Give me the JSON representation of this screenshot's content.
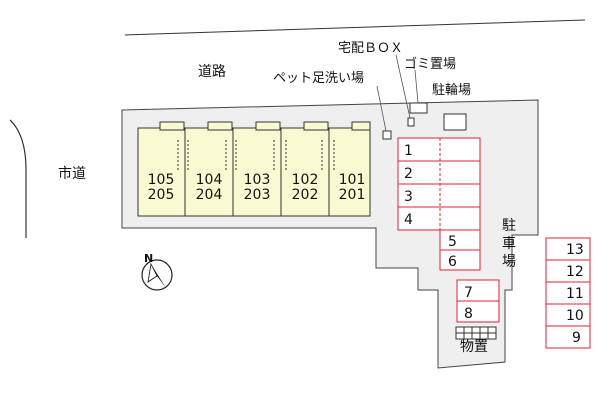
{
  "labels": {
    "road": "道路",
    "city_road": "市道",
    "delivery_box": "宅配ＢＯＸ",
    "garbage": "ゴミ置場",
    "pet_wash": "ペット足洗い場",
    "bicycle": "駐輪場",
    "parking": [
      "駐",
      "車",
      "場"
    ],
    "storage": "物置",
    "north": "N"
  },
  "units": [
    {
      "top": "105",
      "bottom": "205"
    },
    {
      "top": "104",
      "bottom": "204"
    },
    {
      "top": "103",
      "bottom": "203"
    },
    {
      "top": "102",
      "bottom": "202"
    },
    {
      "top": "101",
      "bottom": "201"
    }
  ],
  "parking_spaces": [
    "1",
    "2",
    "3",
    "4",
    "5",
    "6",
    "7",
    "8",
    "9",
    "10",
    "11",
    "12",
    "13"
  ],
  "colors": {
    "site": "#efefef",
    "building": "#fafad2",
    "parking_line": "#e02030",
    "parking_fill": "#ffffff"
  }
}
